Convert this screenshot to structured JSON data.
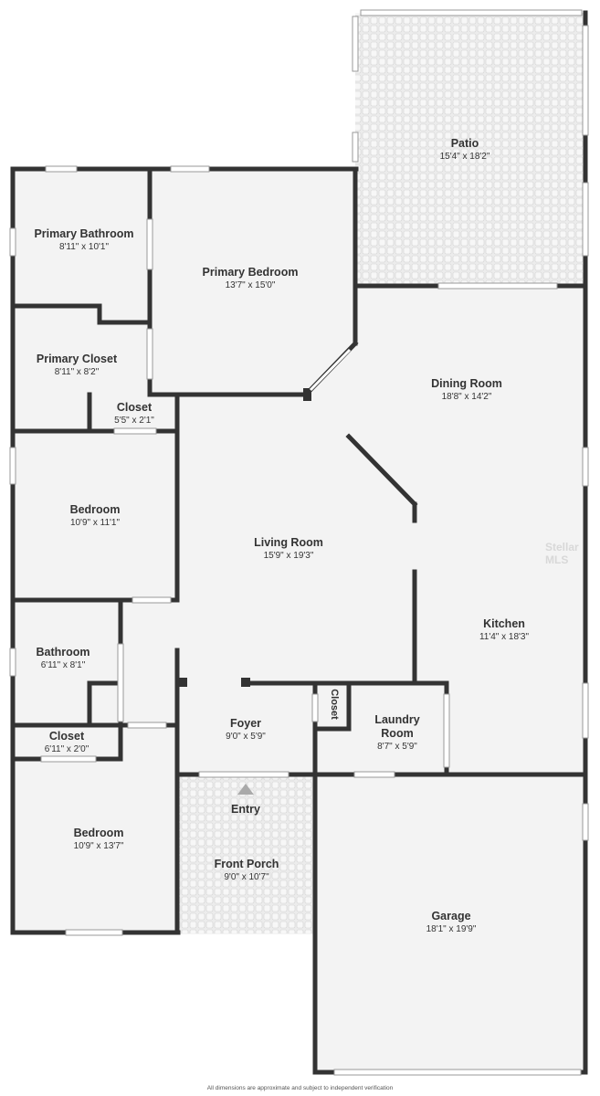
{
  "rooms": {
    "patio": {
      "name": "Patio",
      "dim": "15'4\" x 18'2\""
    },
    "primary_bathroom": {
      "name": "Primary Bathroom",
      "dim": "8'11\" x 10'1\""
    },
    "primary_bedroom": {
      "name": "Primary Bedroom",
      "dim": "13'7\" x 15'0\""
    },
    "primary_closet": {
      "name": "Primary Closet",
      "dim": "8'11\" x 8'2\""
    },
    "closet_small": {
      "name": "Closet",
      "dim": "5'5\" x 2'1\""
    },
    "dining_room": {
      "name": "Dining Room",
      "dim": "18'8\" x 14'2\""
    },
    "bedroom_1": {
      "name": "Bedroom",
      "dim": "10'9\" x 11'1\""
    },
    "living_room": {
      "name": "Living Room",
      "dim": "15'9\" x 19'3\""
    },
    "kitchen": {
      "name": "Kitchen",
      "dim": "11'4\" x 18'3\""
    },
    "bathroom": {
      "name": "Bathroom",
      "dim": "6'11\" x 8'1\""
    },
    "foyer": {
      "name": "Foyer",
      "dim": "9'0\" x 5'9\""
    },
    "closet_foyer": {
      "name": "Closet"
    },
    "laundry": {
      "name": "Laundry Room",
      "dim": "8'7\" x 5'9\""
    },
    "closet_hall": {
      "name": "Closet",
      "dim": "6'11\" x 2'0\""
    },
    "entry": {
      "name": "Entry"
    },
    "bedroom_2": {
      "name": "Bedroom",
      "dim": "10'9\" x 13'7\""
    },
    "front_porch": {
      "name": "Front Porch",
      "dim": "9'0\" x 10'7\""
    },
    "garage": {
      "name": "Garage",
      "dim": "18'1\" x 19'9\""
    }
  },
  "watermark": "Stellar MLS",
  "disclaimer": "All dimensions are approximate and subject to independent verification",
  "colors": {
    "wall": "#333333",
    "floor": "#f3f3f3",
    "paver": "#e9e9e9",
    "window": "#ffffff"
  }
}
